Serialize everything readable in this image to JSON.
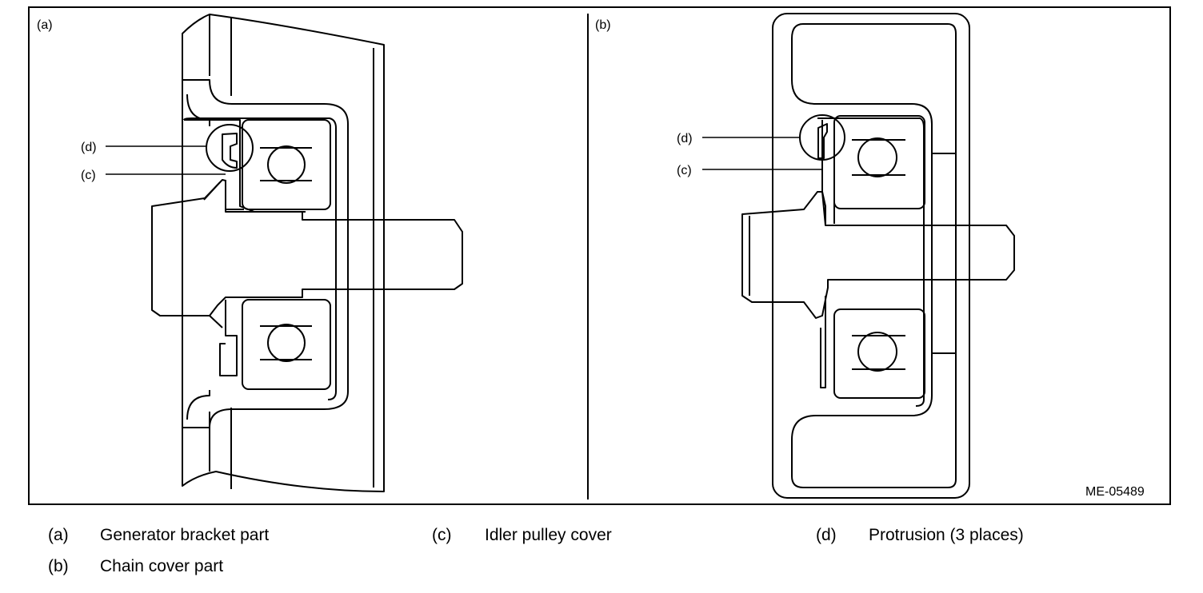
{
  "panels": {
    "a": {
      "label": "(a)"
    },
    "b": {
      "label": "(b)"
    }
  },
  "callouts": {
    "a_d": "(d)",
    "a_c": "(c)",
    "b_d": "(d)",
    "b_c": "(c)"
  },
  "figure_id": "ME-05489",
  "legend": [
    {
      "key": "(a)",
      "text": "Generator bracket part"
    },
    {
      "key": "(b)",
      "text": "Chain cover part"
    },
    {
      "key": "(c)",
      "text": "Idler pulley cover"
    },
    {
      "key": "(d)",
      "text": "Protrusion (3 places)"
    }
  ]
}
